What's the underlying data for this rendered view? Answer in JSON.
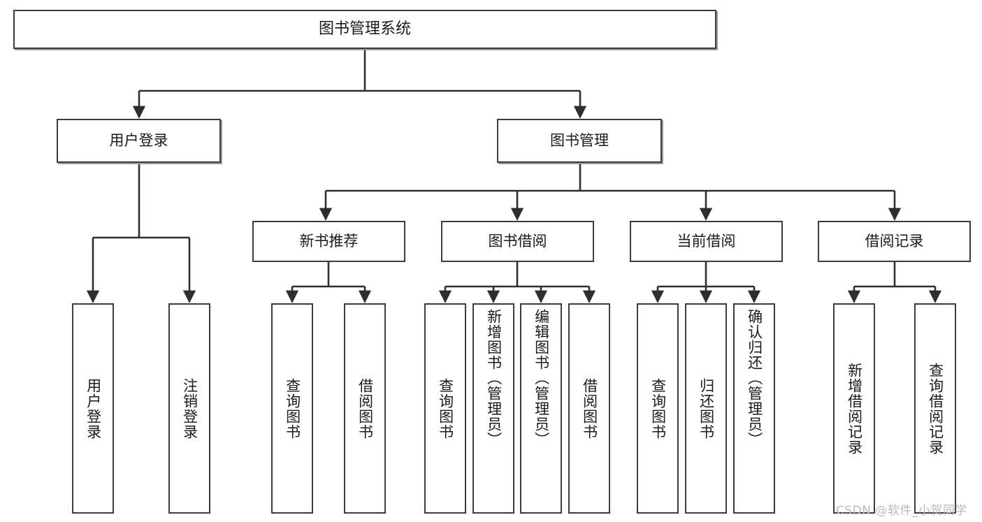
{
  "diagram": {
    "title": "图书管理系统",
    "type": "功能结构图",
    "root": {
      "label": "图书管理系统"
    },
    "level2": [
      {
        "label": "用户登录"
      },
      {
        "label": "图书管理"
      }
    ],
    "level3": [
      {
        "label": "新书推荐"
      },
      {
        "label": "图书借阅"
      },
      {
        "label": "当前借阅"
      },
      {
        "label": "借阅记录"
      }
    ],
    "leaves": [
      {
        "label": "用户登录"
      },
      {
        "label": "注销登录"
      },
      {
        "label": "查询图书"
      },
      {
        "label": "借阅图书"
      },
      {
        "label": "查询图书"
      },
      {
        "label": "新增图书（管理员）"
      },
      {
        "label": "编辑图书（管理员）"
      },
      {
        "label": "借阅图书"
      },
      {
        "label": "查询图书"
      },
      {
        "label": "归还图书"
      },
      {
        "label": "确认归还（管理员）"
      },
      {
        "label": "新增借阅记录"
      },
      {
        "label": "查询借阅记录"
      }
    ],
    "colors": {
      "stroke": "#3b3b3b",
      "fill": "#ffffff",
      "text": "#1a1a1a",
      "shadow": "#9a9a9a",
      "watermark": "#b9b9b9"
    }
  },
  "watermark": {
    "text": "CSDN @软件_小贺同学"
  }
}
